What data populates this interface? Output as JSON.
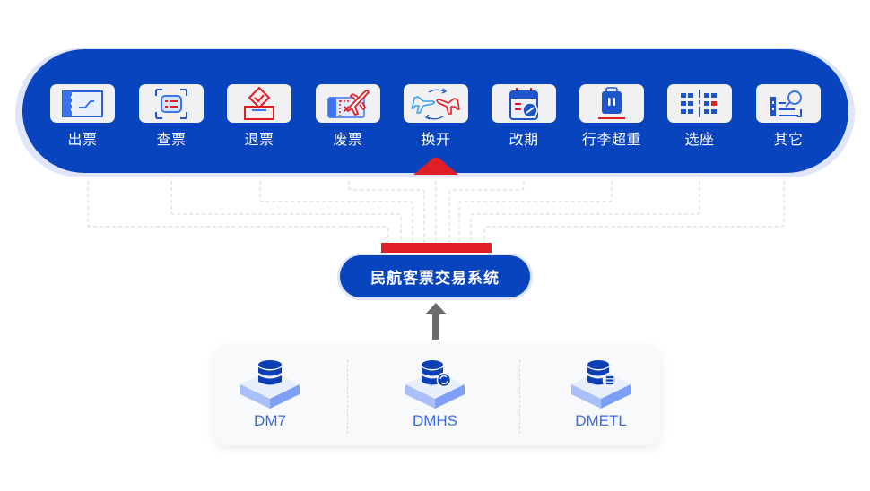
{
  "colors": {
    "primary_blue": "#0844bd",
    "accent_red": "#e01e25",
    "tile_bg": "#f1f1f3",
    "db_text": "#3d6ae4",
    "arrow_gray": "#6b6b6b"
  },
  "business_functions": {
    "items": [
      {
        "label": "出票",
        "icon": "ticket-issue-icon"
      },
      {
        "label": "查票",
        "icon": "ticket-scan-icon"
      },
      {
        "label": "退票",
        "icon": "ticket-refund-icon"
      },
      {
        "label": "废票",
        "icon": "ticket-void-icon"
      },
      {
        "label": "换开",
        "icon": "ticket-exchange-icon"
      },
      {
        "label": "改期",
        "icon": "reschedule-calendar-icon"
      },
      {
        "label": "行李超重",
        "icon": "luggage-overweight-icon"
      },
      {
        "label": "选座",
        "icon": "seat-selection-icon"
      },
      {
        "label": "其它",
        "icon": "other-search-icon"
      }
    ]
  },
  "system": {
    "label": "民航客票交易系统"
  },
  "databases": {
    "items": [
      {
        "name": "DM7",
        "icon": "database-icon"
      },
      {
        "name": "DMHS",
        "icon": "database-sync-icon"
      },
      {
        "name": "DMETL",
        "icon": "database-etl-icon"
      }
    ]
  }
}
